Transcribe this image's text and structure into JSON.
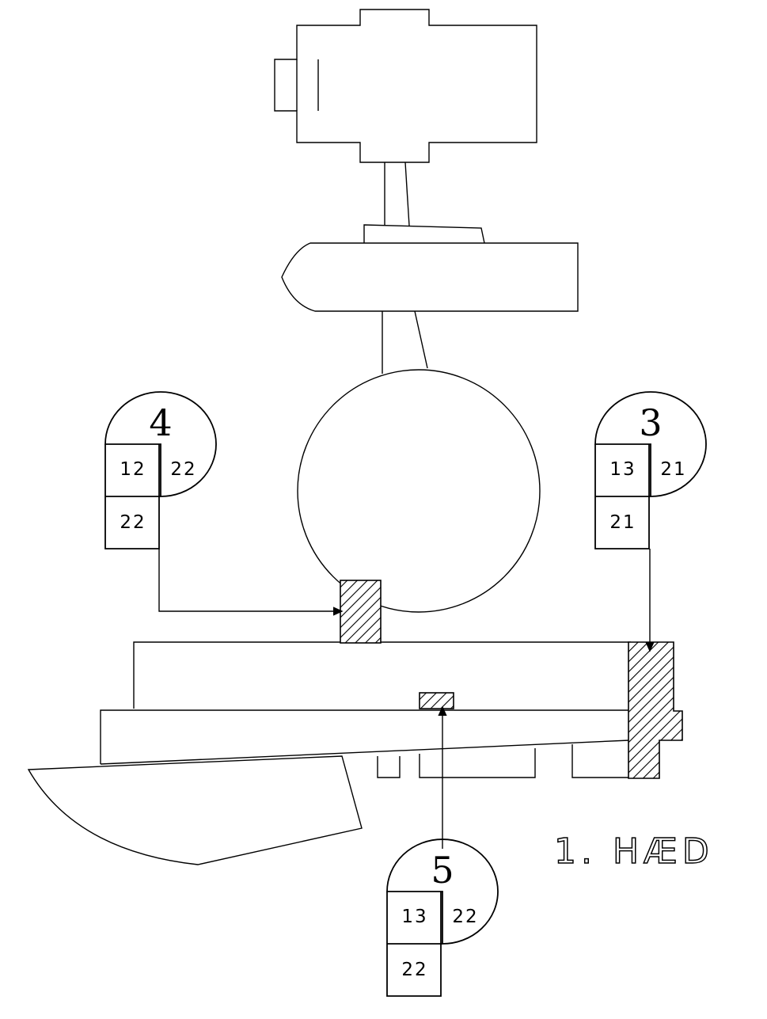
{
  "floor_label": "1. HÆD",
  "tags": [
    {
      "id": "tag-4",
      "number": "4",
      "top_left": "12",
      "top_right": "22",
      "bottom": "22"
    },
    {
      "id": "tag-3",
      "number": "3",
      "top_left": "13",
      "top_right": "21",
      "bottom": "21"
    },
    {
      "id": "tag-5",
      "number": "5",
      "top_left": "13",
      "top_right": "22",
      "bottom": "22"
    }
  ]
}
